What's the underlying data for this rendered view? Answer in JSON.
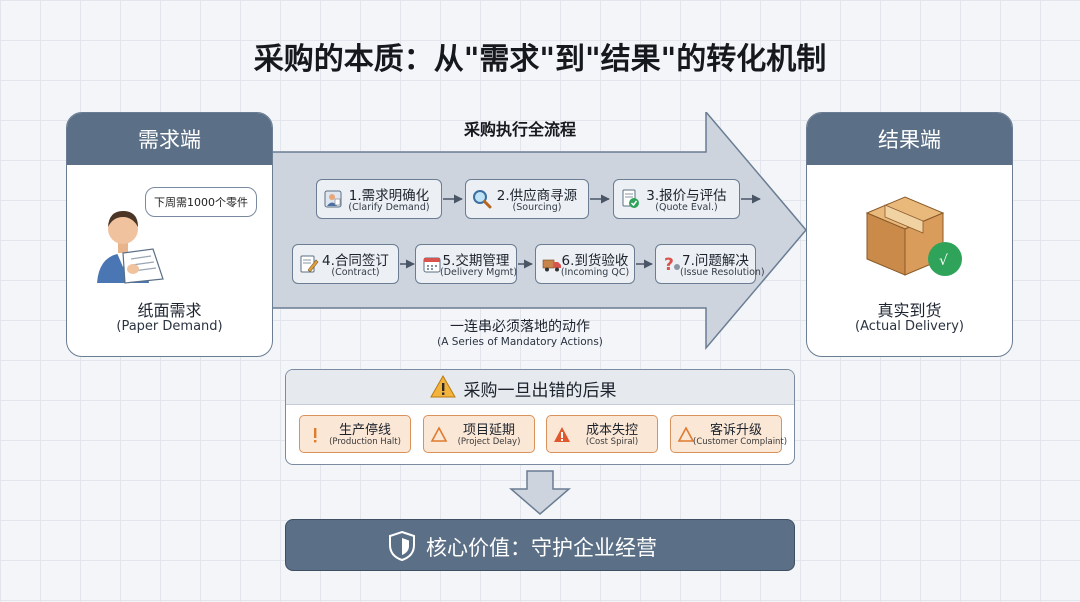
{
  "title": "采购的本质：从\"需求\"到\"结果\"的转化机制",
  "demand_panel": {
    "header": "需求端",
    "speech_bubble": "下周需1000个零件",
    "title": "纸面需求",
    "subtitle": "(Paper Demand)"
  },
  "result_panel": {
    "header": "结果端",
    "title": "真实到货",
    "subtitle": "(Actual Delivery)"
  },
  "flow": {
    "title": "采购执行全流程",
    "caption": "一连串必须落地的动作",
    "caption_sub": "(A Series of Mandatory Actions)",
    "steps": [
      {
        "label": "1.需求明确化",
        "sub": "(Clarify Demand)",
        "icon": "person-doc-icon"
      },
      {
        "label": "2.供应商寻源",
        "sub": "(Sourcing)",
        "icon": "magnifier-icon"
      },
      {
        "label": "3.报价与评估",
        "sub": "(Quote Eval.)",
        "icon": "quote-check-icon"
      },
      {
        "label": "4.合同签订",
        "sub": "(Contract)",
        "icon": "contract-sign-icon"
      },
      {
        "label": "5.交期管理",
        "sub": "(Delivery Mgmt)",
        "icon": "calendar-icon"
      },
      {
        "label": "6.到货验收",
        "sub": "(Incoming QC)",
        "icon": "truck-icon"
      },
      {
        "label": "7.问题解决",
        "sub": "(Issue Resolution)",
        "icon": "question-icon"
      }
    ]
  },
  "consequences": {
    "title": "采购一旦出错的后果",
    "items": [
      {
        "label": "生产停线",
        "sub": "(Production Halt)",
        "icon": "exclamation-icon"
      },
      {
        "label": "项目延期",
        "sub": "(Project Delay)",
        "icon": "triangle-outline-icon"
      },
      {
        "label": "成本失控",
        "sub": "(Cost Spiral)",
        "icon": "warning-filled-icon"
      },
      {
        "label": "客诉升级",
        "sub": "(Customer Complaint)",
        "icon": "triangle-outline-icon"
      }
    ]
  },
  "core_value": "核心价值：守护企业经营",
  "colors": {
    "header_blue": "#5b6f86",
    "arrow_fill": "#cdd4de",
    "risk_fill": "#fbe7d6",
    "risk_border": "#d9925c",
    "warning_orange": "#e07b2e",
    "check_green": "#2fa35a"
  }
}
